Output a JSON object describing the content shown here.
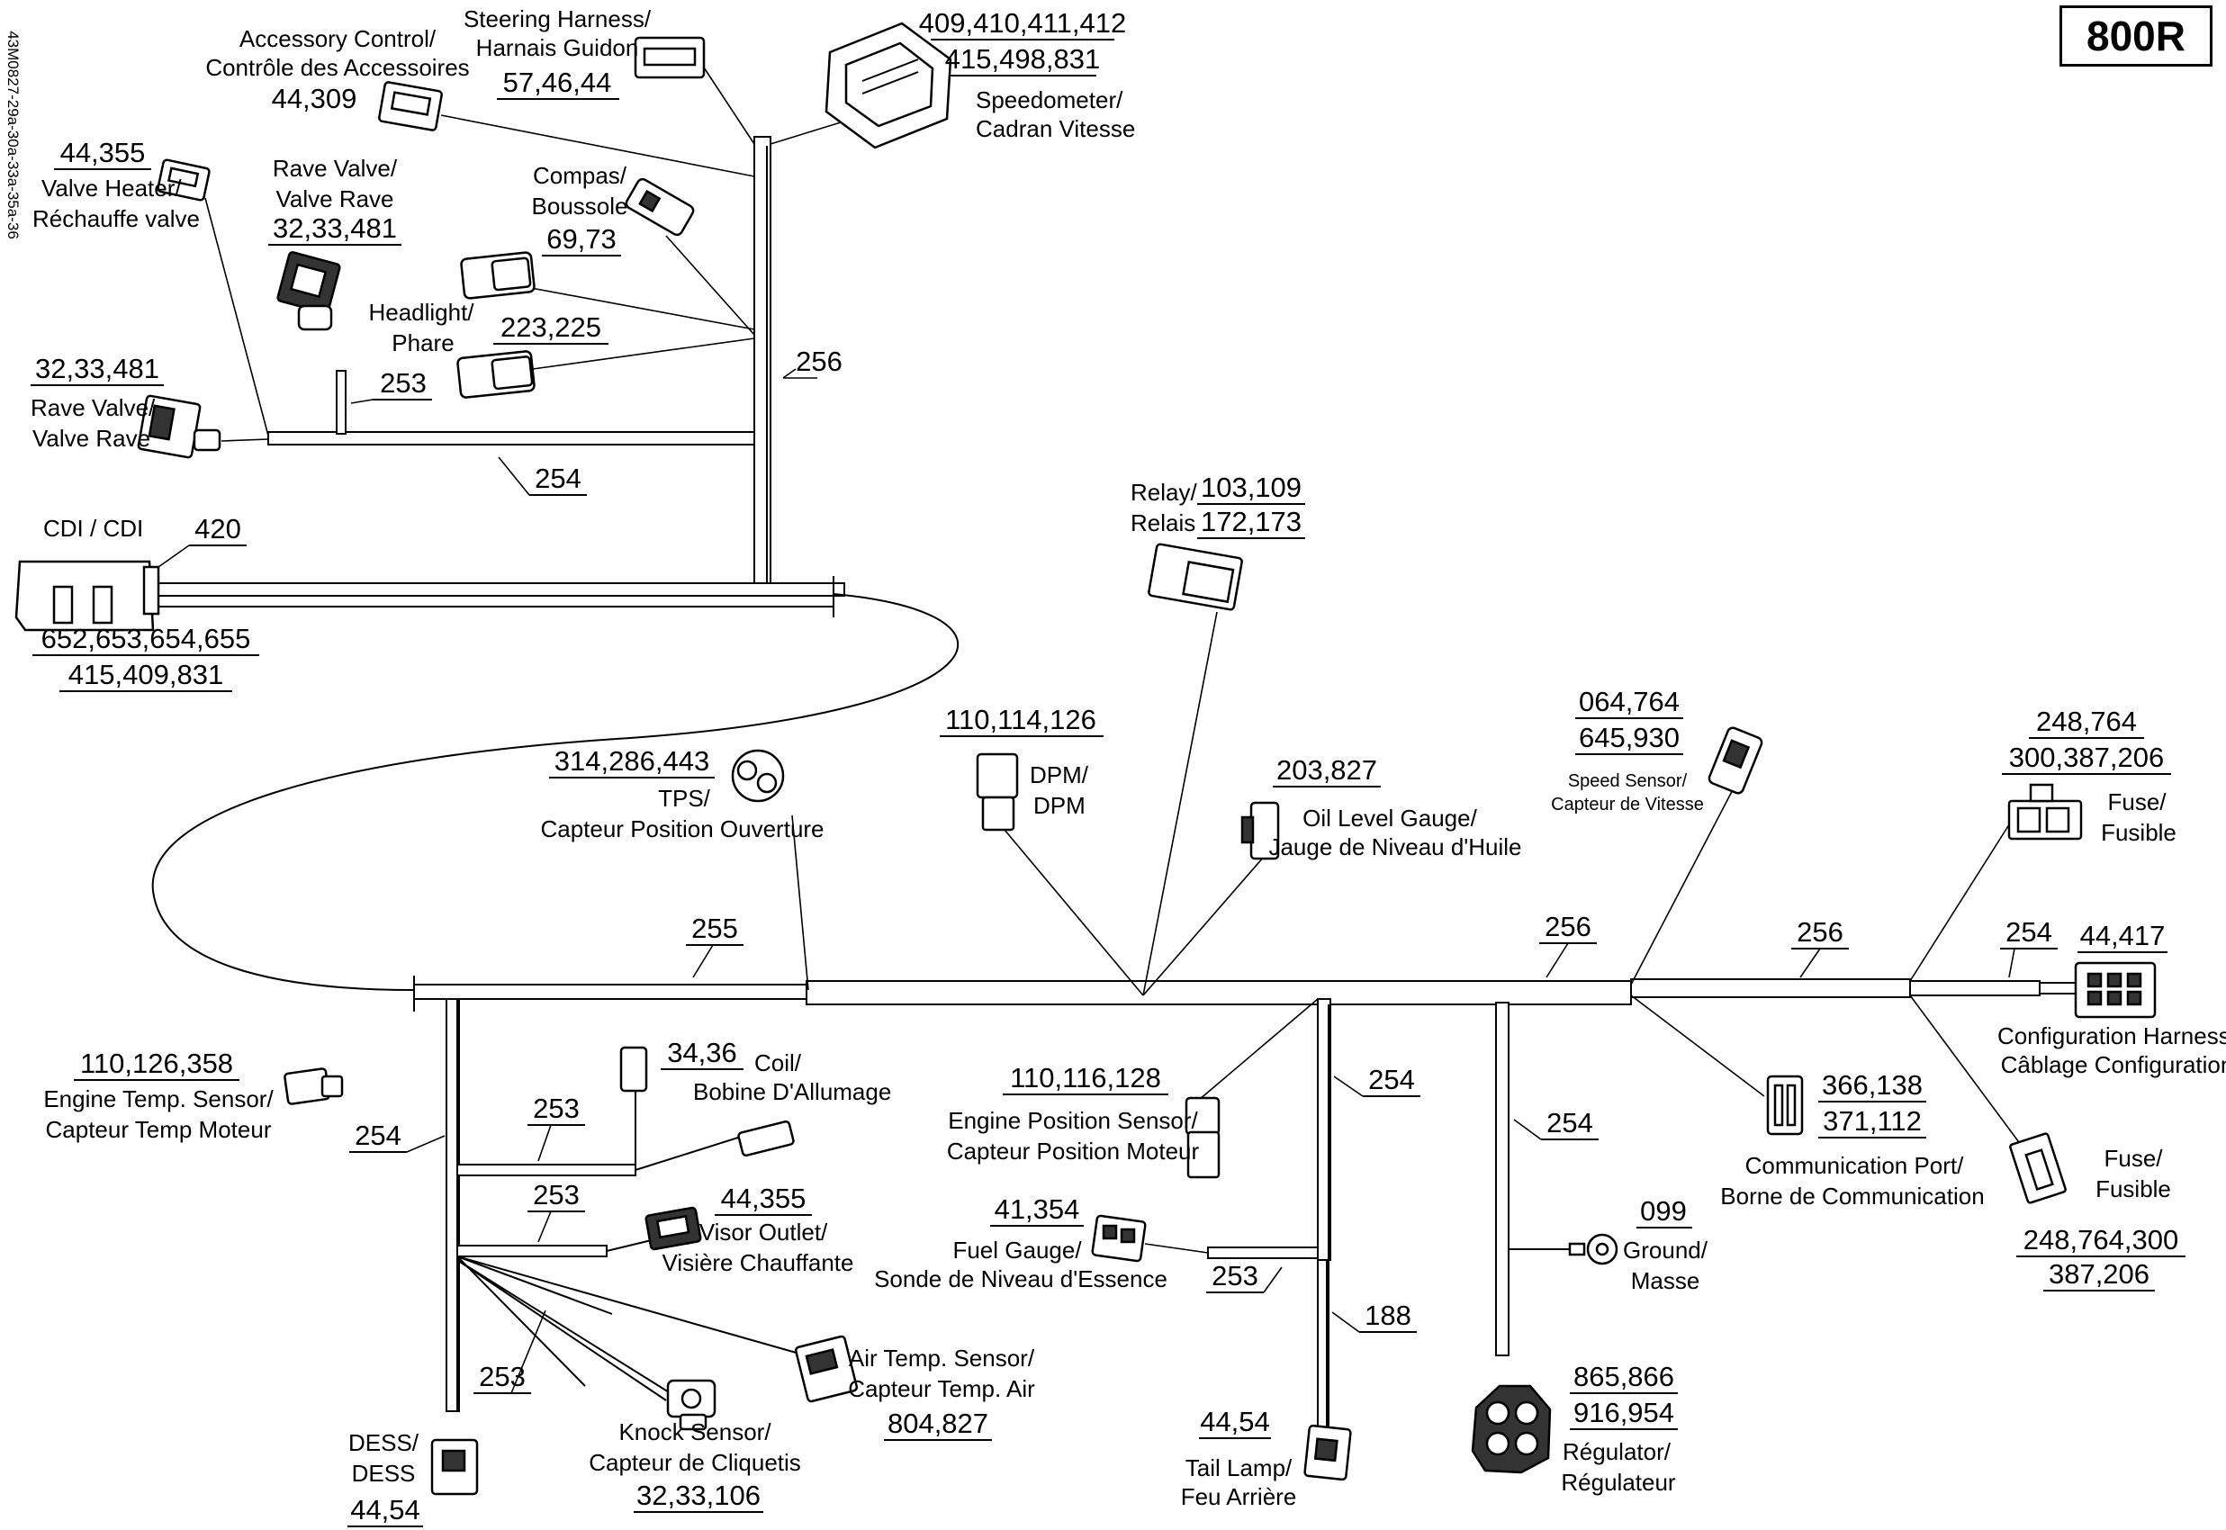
{
  "model": "800R",
  "document_code": "43M0827-29a-30a-33a-35a-36",
  "components": {
    "accessory_control": {
      "label_1": "Accessory Control/",
      "label_2": "Contrôle des Accessoires",
      "refs": [
        "44,309"
      ]
    },
    "steering_harness": {
      "label_1": "Steering Harness/",
      "label_2": "Harnais Guidon",
      "refs": [
        "57,46,44"
      ]
    },
    "speedometer": {
      "label_1": "Speedometer/",
      "label_2": "Cadran Vitesse",
      "refs": [
        "409,410,411,412",
        "415,498,831"
      ]
    },
    "valve_heater": {
      "label_1": "Valve Heater/",
      "label_2": "Réchauffe valve",
      "refs": [
        "44,355"
      ]
    },
    "rave_valve_top": {
      "label_1": "Rave Valve/",
      "label_2": "Valve Rave",
      "refs": [
        "32,33,481"
      ]
    },
    "compass": {
      "label_1": "Compas/",
      "label_2": "Boussole",
      "refs": [
        "69,73"
      ]
    },
    "headlight": {
      "label_1": "Headlight/",
      "label_2": "Phare",
      "refs": [
        "223,225"
      ]
    },
    "rave_valve_left": {
      "label_1": "Rave Valve/",
      "label_2": "Valve Rave",
      "refs": [
        "32,33,481"
      ]
    },
    "cdi": {
      "label_1": "CDI / CDI",
      "refs": [
        "420",
        "652,653,654,655",
        "415,409,831"
      ]
    },
    "relay": {
      "label_1": "Relay/",
      "label_2": "Relais",
      "refs": [
        "103,109",
        "172,173"
      ]
    },
    "tps": {
      "label_1": "TPS/",
      "label_2": "Capteur Position Ouverture",
      "refs": [
        "314,286,443"
      ]
    },
    "dpm": {
      "label_1": "DPM/",
      "label_2": "DPM",
      "refs": [
        "110,114,126"
      ]
    },
    "oil_level": {
      "label_1": "Oil Level Gauge/",
      "label_2": "Jauge de Niveau d'Huile",
      "refs": [
        "203,827"
      ]
    },
    "speed_sensor": {
      "label_1": "Speed Sensor/",
      "label_2": "Capteur de Vitesse",
      "refs": [
        "064,764",
        "645,930"
      ]
    },
    "fuse_top": {
      "label_1": "Fuse/",
      "label_2": "Fusible",
      "refs": [
        "248,764",
        "300,387,206"
      ]
    },
    "config_harness": {
      "label_1": "Configuration Harness/",
      "label_2": "Câblage Configuration",
      "refs": [
        "44,417"
      ]
    },
    "engine_temp": {
      "label_1": "Engine Temp. Sensor/",
      "label_2": "Capteur Temp Moteur",
      "refs": [
        "110,126,358"
      ]
    },
    "coil": {
      "label_1": "Coil/",
      "label_2": "Bobine D'Allumage",
      "refs": [
        "34,36"
      ]
    },
    "engine_position": {
      "label_1": "Engine Position Sensor/",
      "label_2": "Capteur Position Moteur",
      "refs": [
        "110,116,128"
      ]
    },
    "comm_port": {
      "label_1": "Communication Port/",
      "label_2": "Borne de Communication",
      "refs": [
        "366,138",
        "371,112"
      ]
    },
    "fuse_bottom": {
      "label_1": "Fuse/",
      "label_2": "Fusible",
      "refs": [
        "248,764,300",
        "387,206"
      ]
    },
    "visor_outlet": {
      "label_1": "Visor Outlet/",
      "label_2": "Visière Chauffante",
      "refs": [
        "44,355"
      ]
    },
    "fuel_gauge": {
      "label_1": "Fuel Gauge/",
      "label_2": "Sonde de Niveau d'Essence",
      "refs": [
        "41,354"
      ]
    },
    "ground": {
      "label_1": "Ground/",
      "label_2": "Masse",
      "refs": [
        "099"
      ]
    },
    "air_temp": {
      "label_1": "Air Temp. Sensor/",
      "label_2": "Capteur Temp. Air",
      "refs": [
        "804,827"
      ]
    },
    "regulator": {
      "label_1": "Régulator/",
      "label_2": "Régulateur",
      "refs": [
        "865,866",
        "916,954"
      ]
    },
    "knock_sensor": {
      "label_1": "Knock Sensor/",
      "label_2": "Capteur de Cliquetis",
      "refs": [
        "32,33,106"
      ]
    },
    "dess": {
      "label_1": "DESS/",
      "label_2": "DESS",
      "refs": [
        "44,54"
      ]
    },
    "tail_lamp": {
      "label_1": "Tail Lamp/",
      "label_2": "Feu Arrière",
      "refs": [
        "44,54"
      ]
    }
  },
  "wire_callouts": {
    "upper_256": "256",
    "upper_253": "253",
    "upper_254": "254",
    "main_255": "255",
    "main_256_a": "256",
    "main_256_b": "256",
    "main_254_right": "254",
    "left_254": "254",
    "coil_253": "253",
    "visor_253": "253",
    "knock_253": "253",
    "mid_254": "254",
    "right_254": "254",
    "fuel_253": "253",
    "tail_188": "188"
  }
}
